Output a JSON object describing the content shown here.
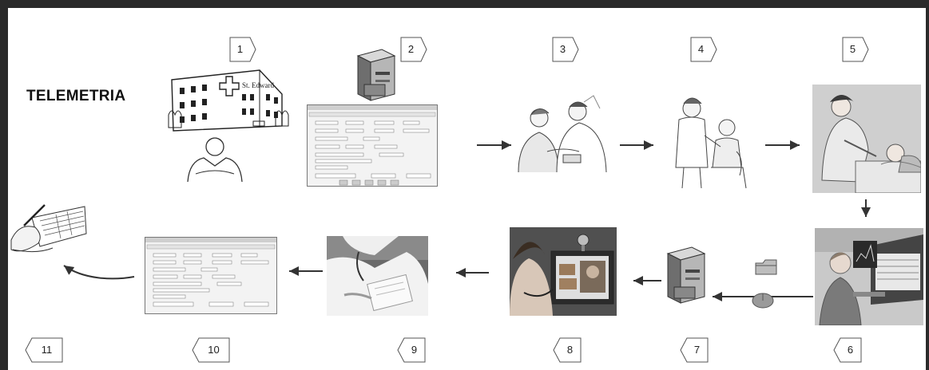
{
  "title": "TELEMETRIA",
  "steps": [
    {
      "number": "1",
      "icon": "hospital-doctor-icon"
    },
    {
      "number": "2",
      "icon": "server-software-icon"
    },
    {
      "number": "3",
      "icon": "consultation-icon"
    },
    {
      "number": "4",
      "icon": "nurse-blood-pressure-icon"
    },
    {
      "number": "5",
      "icon": "bedside-care-icon"
    },
    {
      "number": "6",
      "icon": "monitoring-station-icon"
    },
    {
      "number": "7",
      "icon": "server-transmission-icon"
    },
    {
      "number": "8",
      "icon": "video-call-icon"
    },
    {
      "number": "9",
      "icon": "doctor-reading-report-icon"
    },
    {
      "number": "10",
      "icon": "software-report-icon"
    },
    {
      "number": "11",
      "icon": "writing-prescription-icon"
    }
  ],
  "hospital_sign": "St. Edward"
}
